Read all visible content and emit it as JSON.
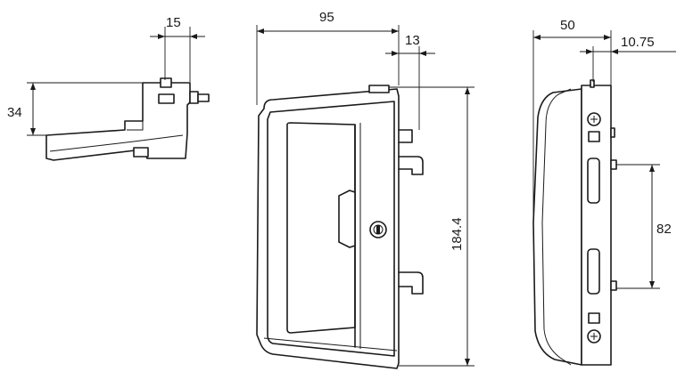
{
  "dimensions": {
    "side_width": "15",
    "side_height": "34",
    "front_width": "95",
    "front_offset": "13",
    "front_height": "184.4",
    "back_width": "50",
    "back_offset": "10.75",
    "back_spacing": "82"
  },
  "colors": {
    "line": "#1a1a1a",
    "background": "#ffffff"
  }
}
